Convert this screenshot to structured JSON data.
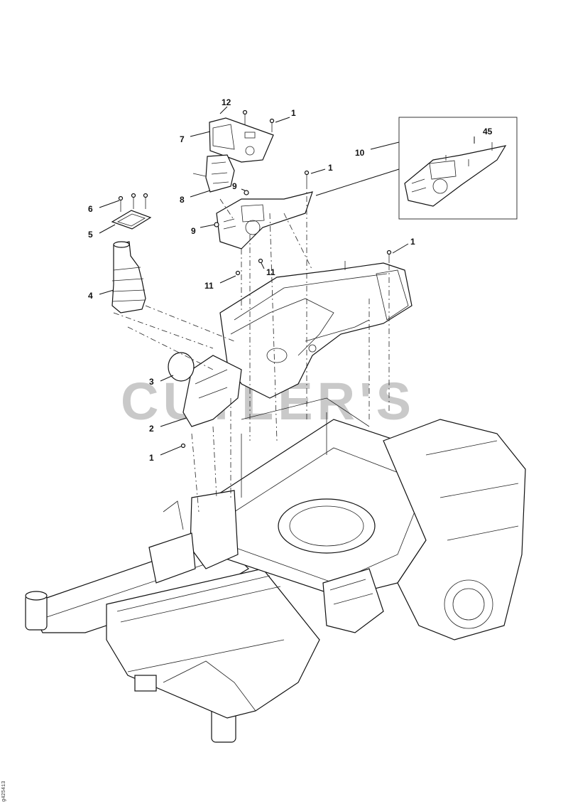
{
  "watermark": "CUTLER'S",
  "figure_id": "g425413",
  "callouts": [
    {
      "id": "c12",
      "text": "12"
    },
    {
      "id": "c1a",
      "text": "1"
    },
    {
      "id": "c7",
      "text": "7"
    },
    {
      "id": "c1b",
      "text": "1"
    },
    {
      "id": "c9a",
      "text": "9"
    },
    {
      "id": "c8",
      "text": "8"
    },
    {
      "id": "c6",
      "text": "6"
    },
    {
      "id": "c5",
      "text": "5"
    },
    {
      "id": "c9b",
      "text": "9"
    },
    {
      "id": "c1c",
      "text": "1"
    },
    {
      "id": "c11a",
      "text": "11"
    },
    {
      "id": "c11b",
      "text": "11"
    },
    {
      "id": "c4",
      "text": "4"
    },
    {
      "id": "c3",
      "text": "3"
    },
    {
      "id": "c2",
      "text": "2"
    },
    {
      "id": "c1d",
      "text": "1"
    },
    {
      "id": "c10",
      "text": "10"
    },
    {
      "id": "c45",
      "text": "45"
    }
  ]
}
